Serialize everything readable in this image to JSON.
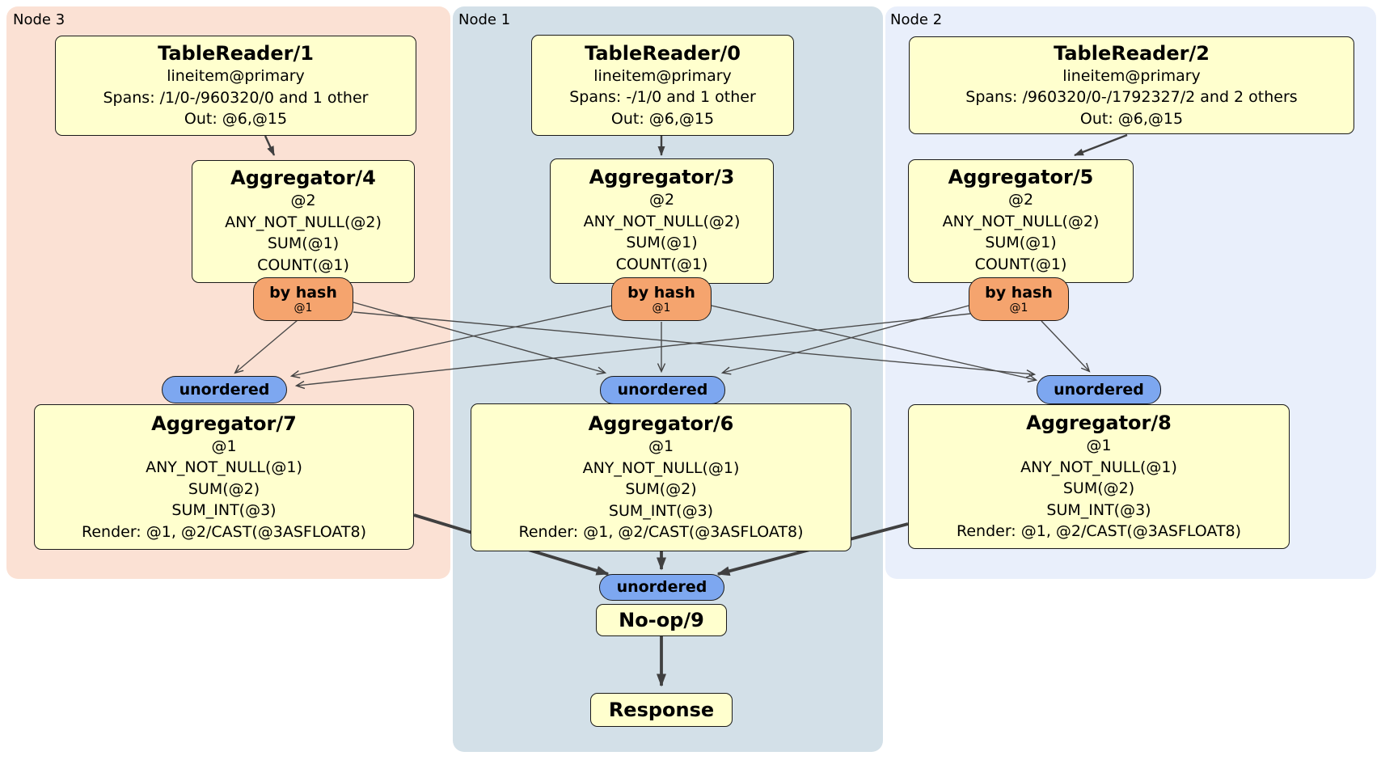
{
  "regions": {
    "node3": {
      "label": "Node 3"
    },
    "node1": {
      "label": "Node 1"
    },
    "node2": {
      "label": "Node 2"
    }
  },
  "processors": {
    "tablereader1": {
      "title": "TableReader/1",
      "lines": [
        "lineitem@primary",
        "Spans: /1/0-/960320/0 and 1 other",
        "Out: @6,@15"
      ]
    },
    "tablereader0": {
      "title": "TableReader/0",
      "lines": [
        "lineitem@primary",
        "Spans: -/1/0 and 1 other",
        "Out: @6,@15"
      ]
    },
    "tablereader2": {
      "title": "TableReader/2",
      "lines": [
        "lineitem@primary",
        "Spans: /960320/0-/1792327/2 and 2 others",
        "Out: @6,@15"
      ]
    },
    "aggregator4": {
      "title": "Aggregator/4",
      "lines": [
        "@2",
        "ANY_NOT_NULL(@2)",
        "SUM(@1)",
        "COUNT(@1)"
      ]
    },
    "aggregator3": {
      "title": "Aggregator/3",
      "lines": [
        "@2",
        "ANY_NOT_NULL(@2)",
        "SUM(@1)",
        "COUNT(@1)"
      ]
    },
    "aggregator5": {
      "title": "Aggregator/5",
      "lines": [
        "@2",
        "ANY_NOT_NULL(@2)",
        "SUM(@1)",
        "COUNT(@1)"
      ]
    },
    "aggregator7": {
      "title": "Aggregator/7",
      "lines": [
        "@1",
        "ANY_NOT_NULL(@1)",
        "SUM(@2)",
        "SUM_INT(@3)",
        "Render: @1, @2/CAST(@3ASFLOAT8)"
      ]
    },
    "aggregator6": {
      "title": "Aggregator/6",
      "lines": [
        "@1",
        "ANY_NOT_NULL(@1)",
        "SUM(@2)",
        "SUM_INT(@3)",
        "Render: @1, @2/CAST(@3ASFLOAT8)"
      ]
    },
    "aggregator8": {
      "title": "Aggregator/8",
      "lines": [
        "@1",
        "ANY_NOT_NULL(@1)",
        "SUM(@2)",
        "SUM_INT(@3)",
        "Render: @1, @2/CAST(@3ASFLOAT8)"
      ]
    },
    "noop9": {
      "title": "No-op/9"
    },
    "response": {
      "title": "Response"
    }
  },
  "routers": {
    "byhash4": {
      "label": "by hash",
      "detail": "@1"
    },
    "byhash3": {
      "label": "by hash",
      "detail": "@1"
    },
    "byhash5": {
      "label": "by hash",
      "detail": "@1"
    }
  },
  "streams": {
    "unordered7": {
      "label": "unordered"
    },
    "unordered6": {
      "label": "unordered"
    },
    "unordered8": {
      "label": "unordered"
    },
    "unordered_final": {
      "label": "unordered"
    }
  },
  "colors": {
    "region_node3_bg": "#fbe1d4",
    "region_node1_bg": "#d3e0e8",
    "region_node2_bg": "#e9effb",
    "processor_bg": "#ffffce",
    "router_bg": "#f5a46e",
    "stream_bg": "#7da7f0",
    "edge": "#404040",
    "text": "#000000"
  }
}
